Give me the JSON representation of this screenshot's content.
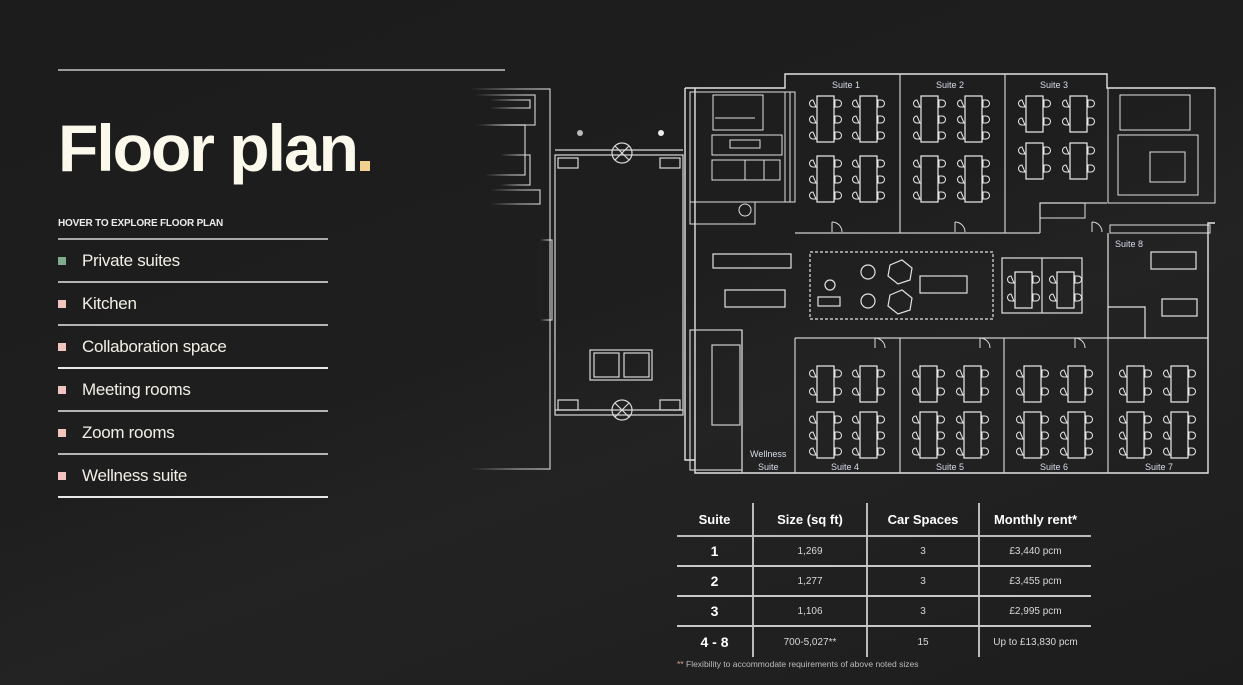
{
  "page": {
    "title": "Floor plan",
    "title_punctuation": ".",
    "accent_color": "#f2d08f",
    "hint": "HOVER TO EXPLORE FLOOR PLAN"
  },
  "legend": {
    "items": [
      {
        "label": "Private suites",
        "color": "#7fac8e"
      },
      {
        "label": "Kitchen",
        "color": "#f1c4bf"
      },
      {
        "label": "Collaboration space",
        "color": "#f1c4bf"
      },
      {
        "label": "Meeting rooms",
        "color": "#f1c4bf"
      },
      {
        "label": "Zoom rooms",
        "color": "#f1c4bf"
      },
      {
        "label": "Wellness suite",
        "color": "#f1c4bf"
      }
    ]
  },
  "floorplan": {
    "labels": {
      "suite1": "Suite 1",
      "suite2": "Suite 2",
      "suite3": "Suite 3",
      "suite4": "Suite 4",
      "suite5": "Suite 5",
      "suite6": "Suite 6",
      "suite7": "Suite 7",
      "suite8": "Suite 8",
      "wellness_line1": "Wellness",
      "wellness_line2": "Suite"
    }
  },
  "table": {
    "headers": [
      "Suite",
      "Size (sq ft)",
      "Car Spaces",
      "Monthly rent*"
    ],
    "rows": [
      {
        "suite": "1",
        "size": "1,269",
        "car_spaces": "3",
        "rent": "£3,440 pcm"
      },
      {
        "suite": "2",
        "size": "1,277",
        "car_spaces": "3",
        "rent": "£3,455 pcm"
      },
      {
        "suite": "3",
        "size": "1,106",
        "car_spaces": "3",
        "rent": "£2,995 pcm"
      },
      {
        "suite": "4 - 8",
        "size": "700-5,027**",
        "car_spaces": "15",
        "rent": "Up to £13,830 pcm"
      }
    ],
    "footnote_marker": "**",
    "footnote": "Flexibility to accommodate requirements of above noted sizes"
  }
}
